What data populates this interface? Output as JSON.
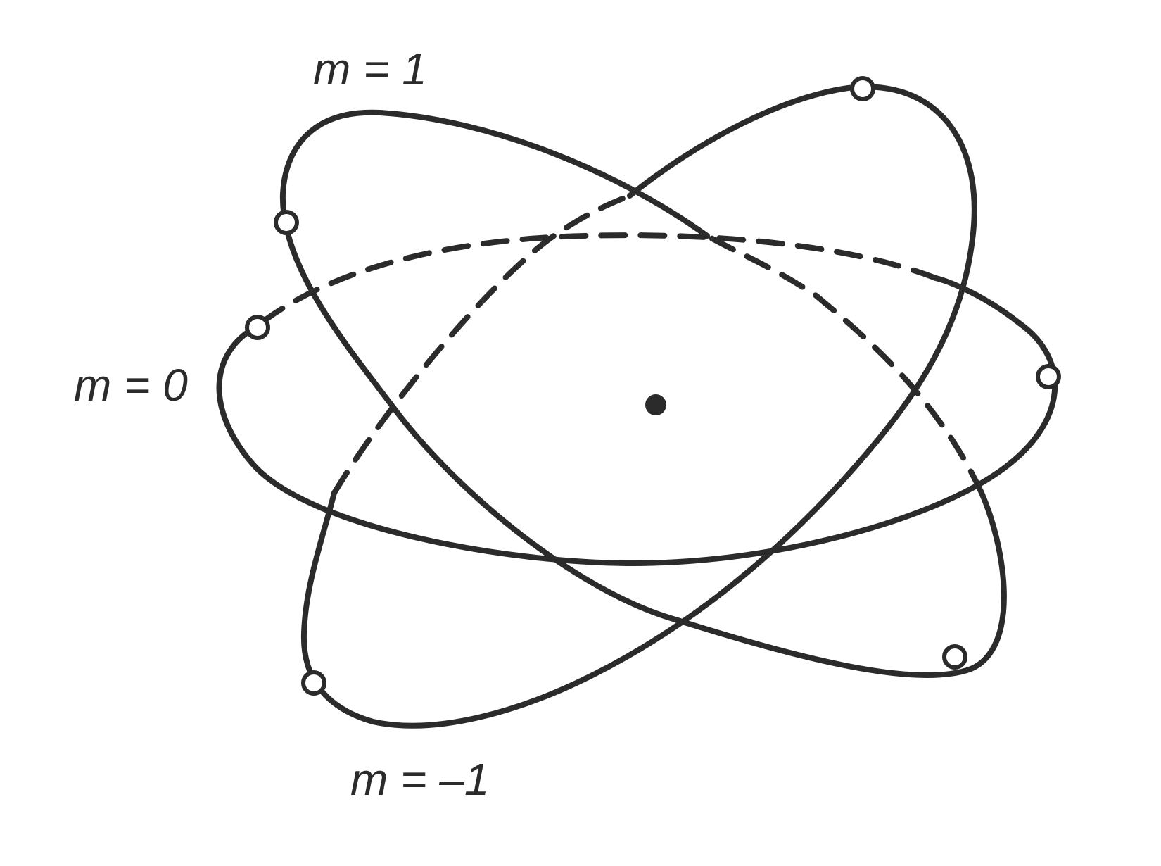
{
  "diagram": {
    "labels": {
      "m_plus_1": "m = 1",
      "m_zero": "m = 0",
      "m_minus_1": "m = –1"
    },
    "orbits": [
      {
        "name": "orbit-m-plus-1",
        "label": "m = 1",
        "electrons": 2
      },
      {
        "name": "orbit-m-zero",
        "label": "m = 0",
        "electrons": 2
      },
      {
        "name": "orbit-m-minus-1",
        "label": "m = –1",
        "electrons": 2
      }
    ],
    "colors": {
      "line": "#2b2b2b",
      "nucleus": "#2b2b2b",
      "electron_fill": "#ffffff",
      "background": "#ffffff"
    }
  }
}
